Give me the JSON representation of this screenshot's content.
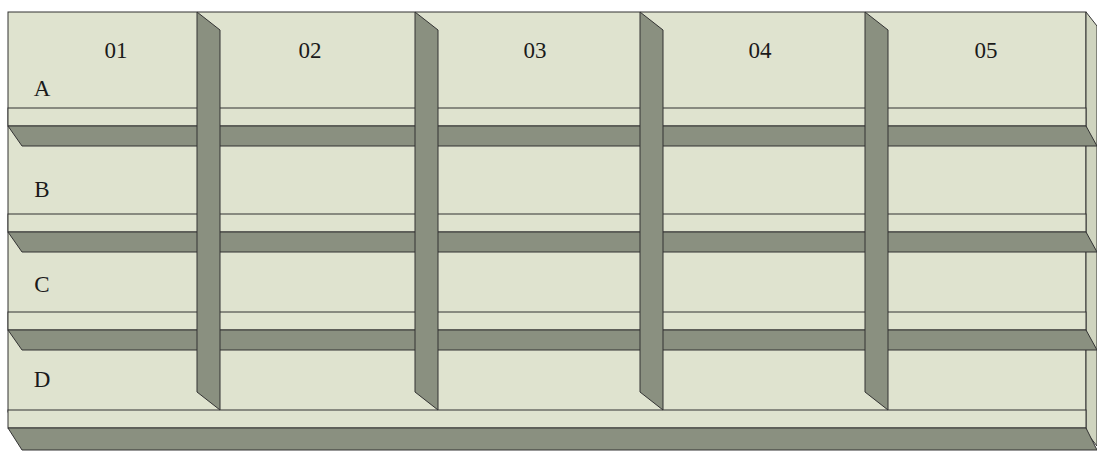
{
  "diagram": {
    "labels": [
      "01",
      "02",
      "03",
      "04",
      "05",
      "A",
      "B",
      "C",
      "D"
    ]
  }
}
